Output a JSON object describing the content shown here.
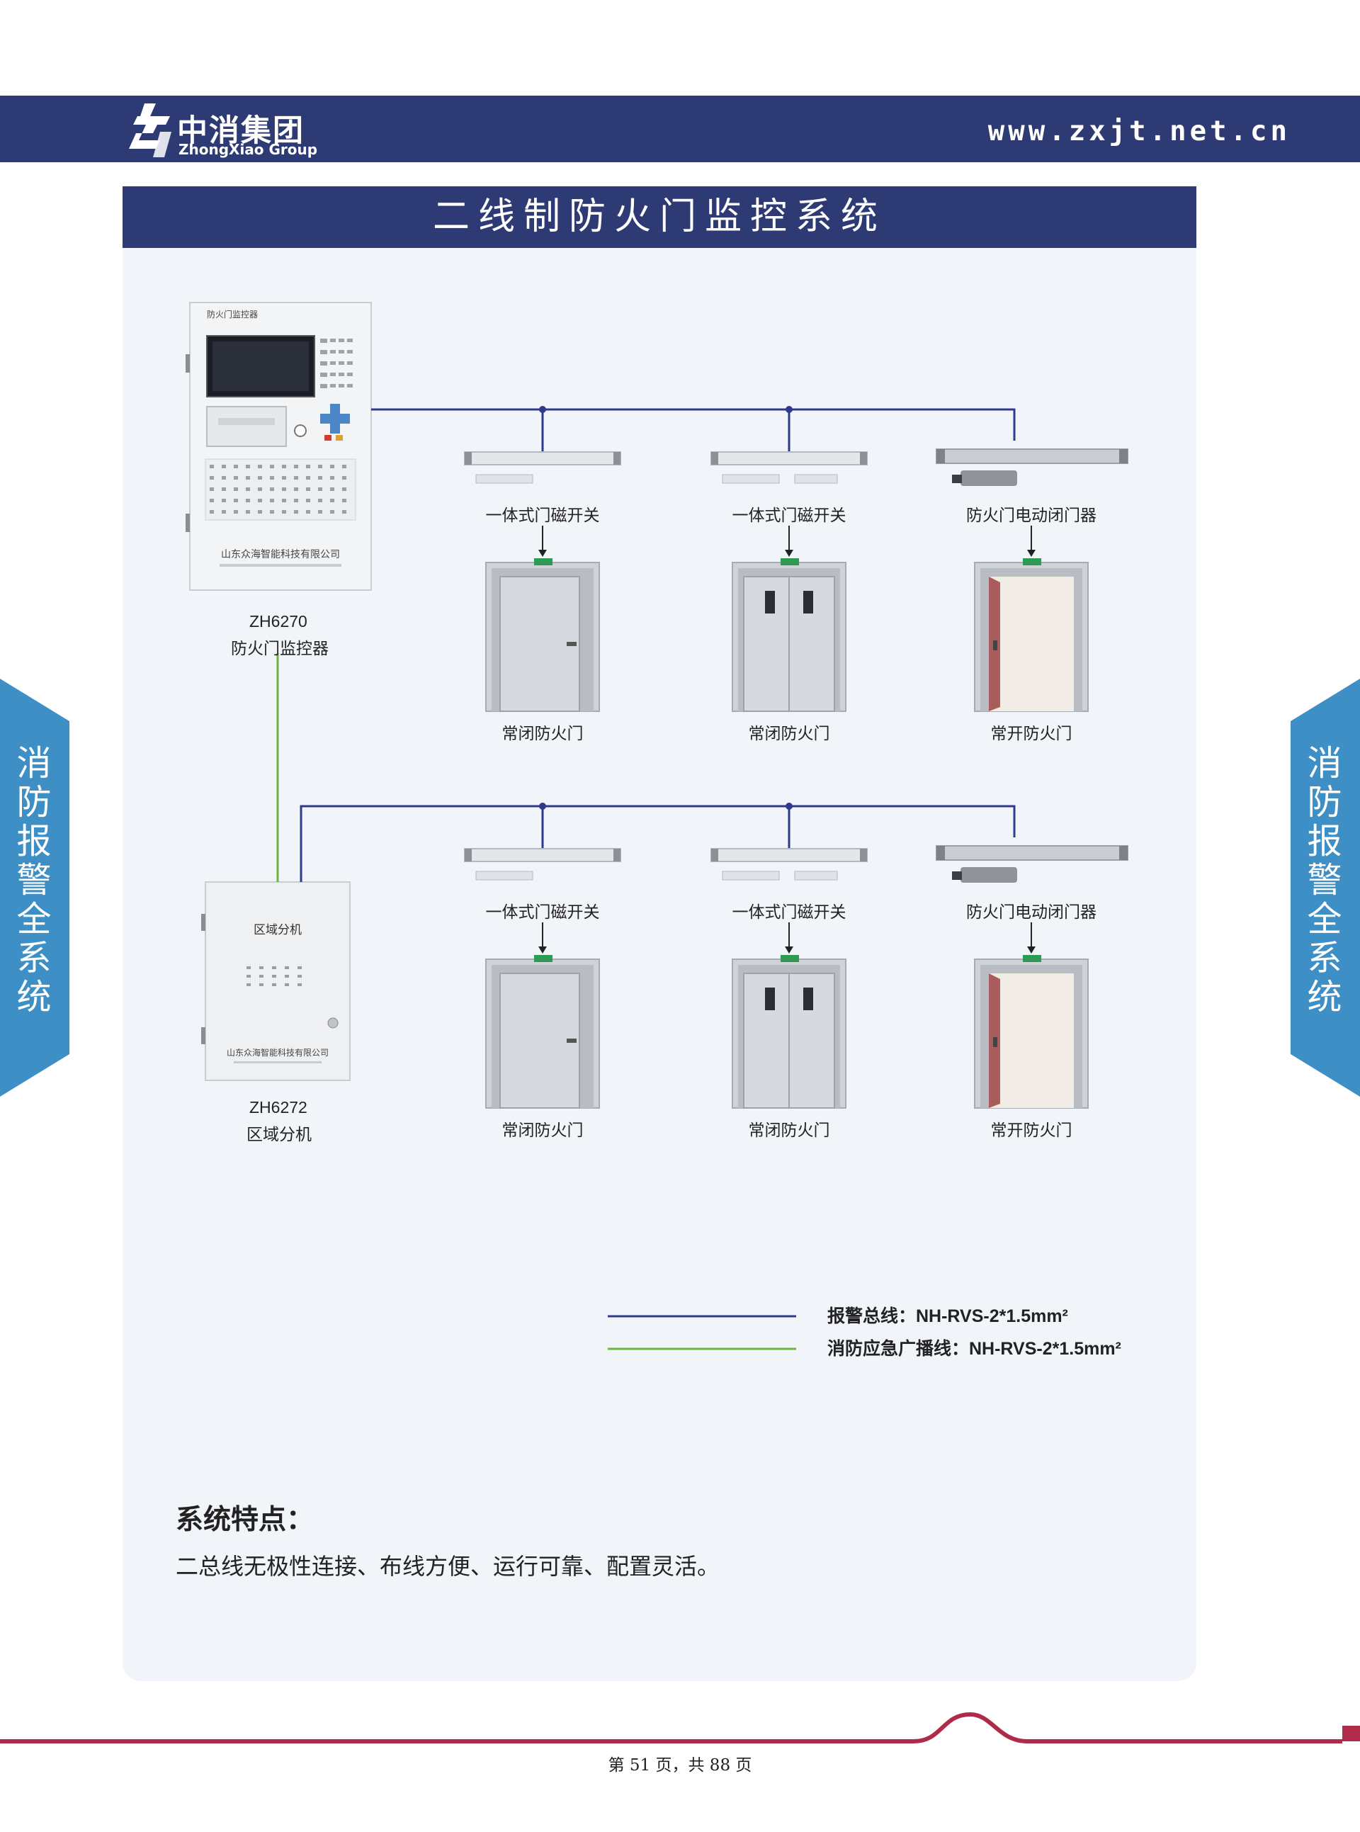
{
  "header": {
    "logo_cn": "中消集团",
    "logo_en": "ZhongXiao Group",
    "url": "www.zxjt.net.cn"
  },
  "title": "二线制防火门监控系统",
  "side_tab": "消防报警全系统",
  "controller": {
    "panel_title": "防火门监控器",
    "company": "山东众海智能科技有限公司",
    "model": "ZH6270",
    "name": "防火门监控器"
  },
  "sub_unit": {
    "panel_title": "区域分机",
    "company": "山东众海智能科技有限公司",
    "model": "ZH6272",
    "name": "区域分机"
  },
  "rows": [
    {
      "devices": [
        {
          "device_label": "一体式门磁开关",
          "door_label": "常闭防火门",
          "door_kind": "single-closed"
        },
        {
          "device_label": "一体式门磁开关",
          "door_label": "常闭防火门",
          "door_kind": "double-closed"
        },
        {
          "device_label": "防火门电动闭门器",
          "door_label": "常开防火门",
          "door_kind": "open"
        }
      ]
    },
    {
      "devices": [
        {
          "device_label": "一体式门磁开关",
          "door_label": "常闭防火门",
          "door_kind": "single-closed"
        },
        {
          "device_label": "一体式门磁开关",
          "door_label": "常闭防火门",
          "door_kind": "double-closed"
        },
        {
          "device_label": "防火门电动闭门器",
          "door_label": "常开防火门",
          "door_kind": "open"
        }
      ]
    }
  ],
  "legend": [
    {
      "text": "报警总线：NH-RVS-2*1.5mm²",
      "color": "#2e3a8c"
    },
    {
      "text": "消防应急广播线：NH-RVS-2*1.5mm²",
      "color": "#6cb33f"
    }
  ],
  "features": {
    "heading": "系统特点：",
    "text": "二总线无极性连接、布线方便、运行可靠、配置灵活。"
  },
  "footer": {
    "text": "第 51 页，共 88 页"
  },
  "colors": {
    "navy": "#2e3a73",
    "side_tab": "#3d8fc6",
    "footer_line": "#b02a4a"
  }
}
